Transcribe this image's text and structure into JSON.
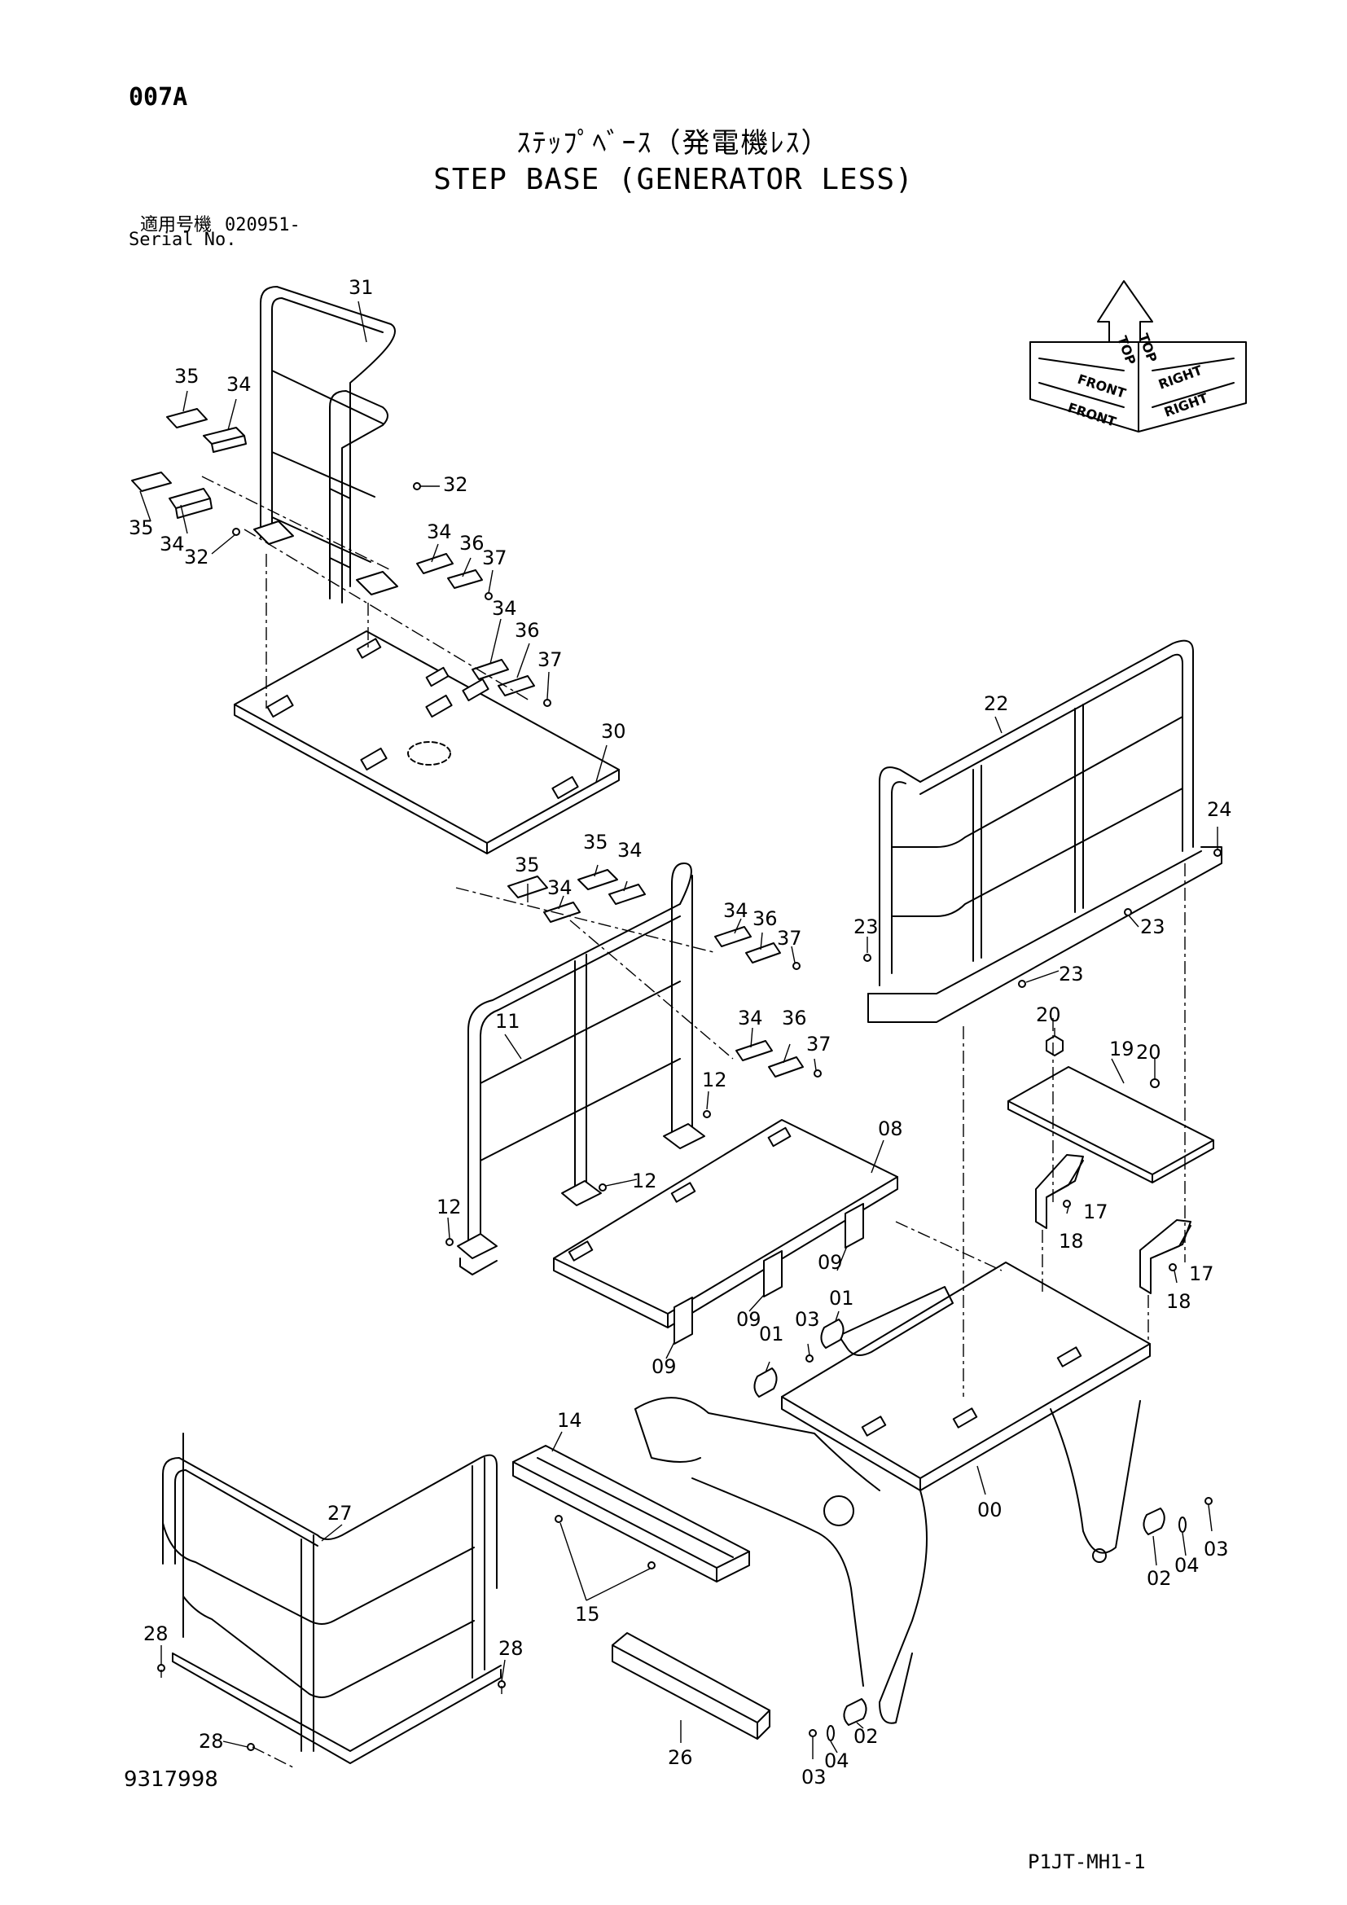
{
  "header": {
    "page_code": "007A",
    "title_ja": "ｽﾃｯﾌﾟﾍﾞｰｽ（発電機ﾚｽ）",
    "title_en": "STEP BASE (GENERATOR LESS)",
    "serial_label_ja": "適用号機",
    "serial_value": "020951-",
    "serial_label_en": "Serial No."
  },
  "footer": {
    "drawing_number": "9317998",
    "sheet_code": "P1JT-MH1-1"
  },
  "orientation": {
    "top": "TOP",
    "front": "FRONT",
    "right": "RIGHT"
  },
  "callouts": {
    "c31": "31",
    "c35a": "35",
    "c34a": "34",
    "c35b": "35",
    "c34b": "34",
    "c32a": "32",
    "c32b": "32",
    "c34c": "34",
    "c36a": "36",
    "c37a": "37",
    "c34d": "34",
    "c36b": "36",
    "c37b": "37",
    "c30": "30",
    "c22": "22",
    "c24": "24",
    "c23a": "23",
    "c23b": "23",
    "c23c": "23",
    "c20a": "20",
    "c19": "19",
    "c20b": "20",
    "c17a": "17",
    "c18a": "18",
    "c17b": "17",
    "c18b": "18",
    "c35c": "35",
    "c34e": "34",
    "c35d": "35",
    "c34f": "34",
    "c34g": "34",
    "c36c": "36",
    "c37c": "37",
    "c34h": "34",
    "c36d": "36",
    "c37d": "37",
    "c11": "11",
    "c12a": "12",
    "c12b": "12",
    "c12c": "12",
    "c08": "08",
    "c09a": "09",
    "c09b": "09",
    "c09c": "09",
    "c01a": "01",
    "c01b": "01",
    "c03a": "03",
    "c00": "00",
    "c14": "14",
    "c15": "15",
    "c26": "26",
    "c27": "27",
    "c28a": "28",
    "c28b": "28",
    "c28c": "28",
    "c02a": "02",
    "c04a": "04",
    "c03b": "03",
    "c02b": "02",
    "c04b": "04",
    "c03c": "03"
  }
}
